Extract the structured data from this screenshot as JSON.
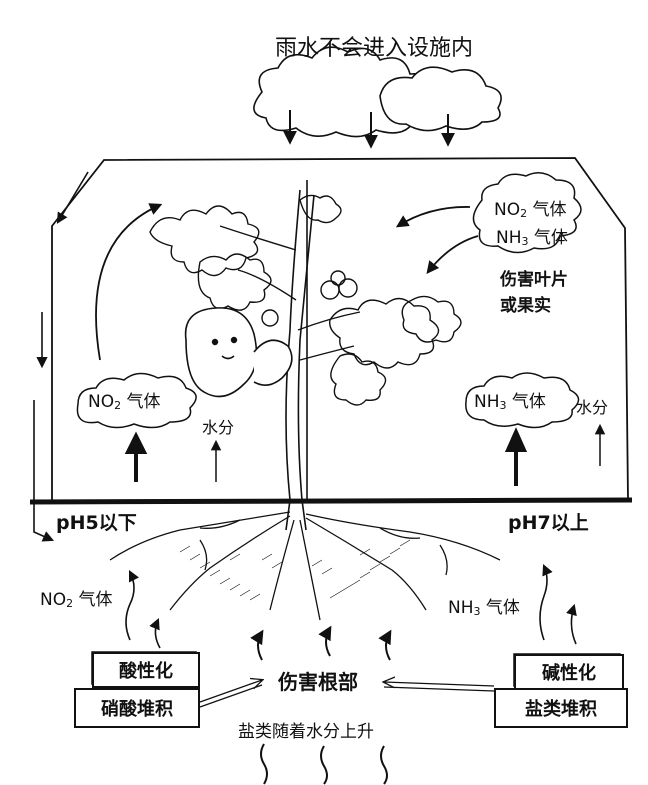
{
  "title": "雨水不会进入设施内",
  "top_right_gases": {
    "no2": "NO",
    "no2_sub": "2",
    "nh3": "NH",
    "nh3_sub": "3",
    "gas_word": "气体"
  },
  "damage_leaves": [
    "伤害叶片",
    "或果实"
  ],
  "left": {
    "gas_label": {
      "base": "NO",
      "sub": "2",
      "word": "气体"
    },
    "water": "水分",
    "ph": "pH5以下",
    "soil_gas": {
      "base": "NO",
      "sub": "2",
      "word": "气体"
    },
    "box_top": "酸性化",
    "box_bottom": "硝酸堆积"
  },
  "right": {
    "gas_label": {
      "base": "NH",
      "sub": "3",
      "word": "气体"
    },
    "water": "水分",
    "ph": "pH7以上",
    "soil_gas": {
      "base": "NH",
      "sub": "3",
      "word": "气体"
    },
    "box_top": "碱性化",
    "box_bottom": "盐类堆积"
  },
  "root_damage": "伤害根部",
  "salt_rise": "盐类随着水分上升",
  "colors": {
    "ink": "#111111",
    "background": "#ffffff"
  }
}
